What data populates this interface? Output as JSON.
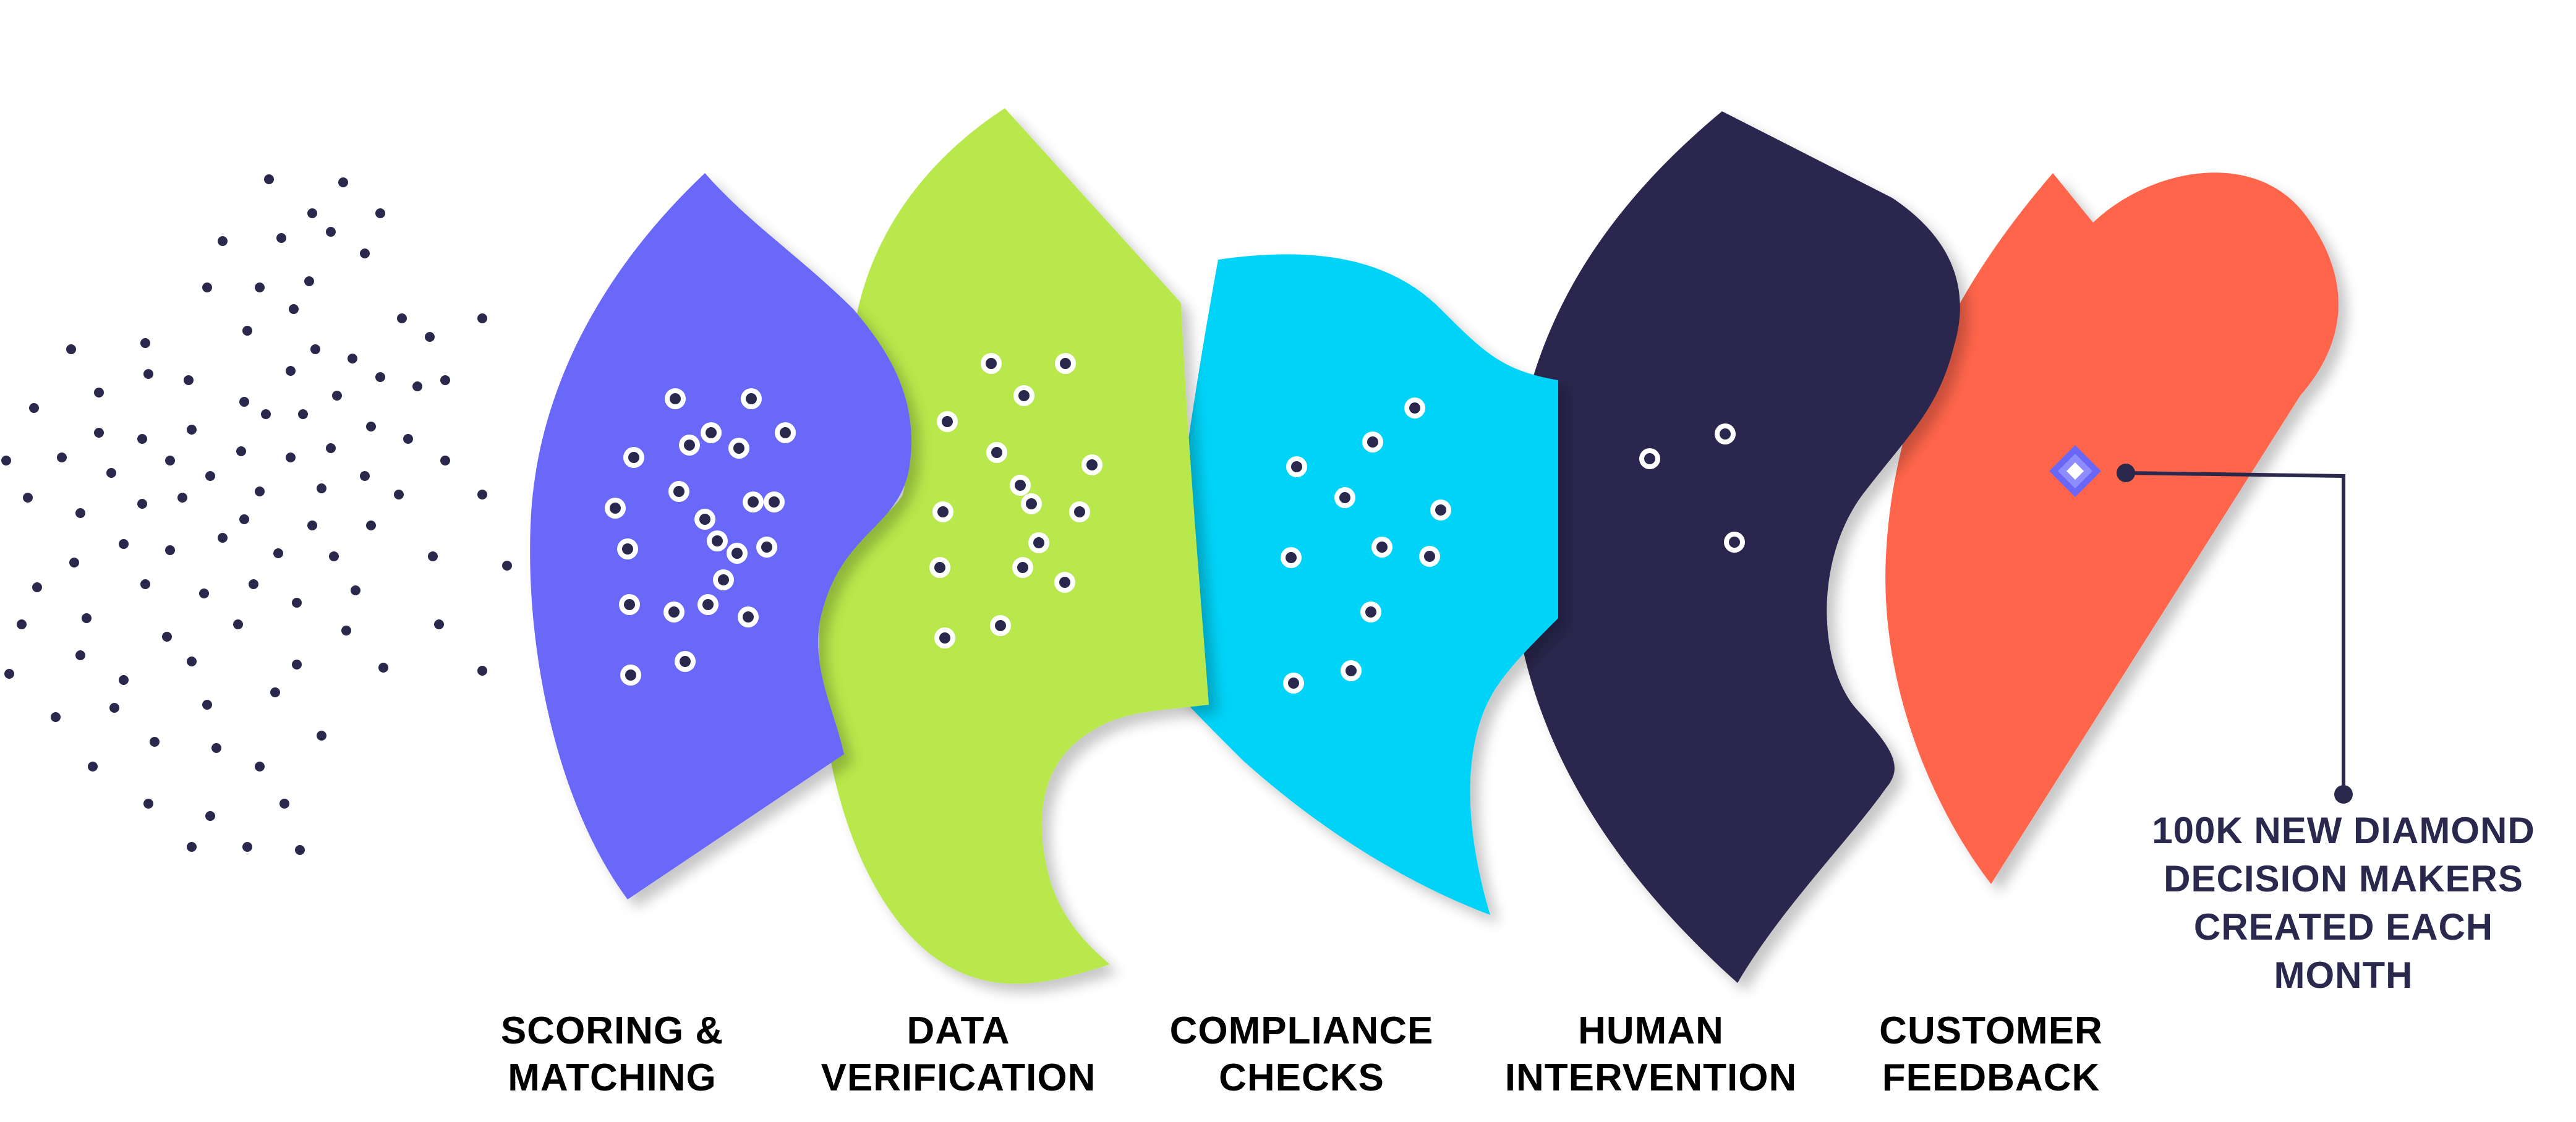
{
  "colors": {
    "navy": "#2a284d",
    "purple": "#6a67f8",
    "green": "#b8e84b",
    "cyan": "#05d3f8",
    "dark": "#2a284d",
    "coral": "#ff654b",
    "background": "#ffffff"
  },
  "stages": [
    {
      "id": "scoring",
      "label": "SCORING &\nMATCHING",
      "color": "#6a67f8"
    },
    {
      "id": "verification",
      "label": "DATA\nVERIFICATION",
      "color": "#b8e84b"
    },
    {
      "id": "compliance",
      "label": "COMPLIANCE\nCHECKS",
      "color": "#05d3f8"
    },
    {
      "id": "human",
      "label": "HUMAN\nINTERVENTION",
      "color": "#2a284d"
    },
    {
      "id": "feedback",
      "label": "CUSTOMER\nFEEDBACK",
      "color": "#ff654b"
    }
  ],
  "callout": {
    "text": "100K NEW DIAMOND\nDECISION MAKERS\nCREATED EACH\nMONTH",
    "color": "#2a284d",
    "icon": "diamond-icon"
  }
}
